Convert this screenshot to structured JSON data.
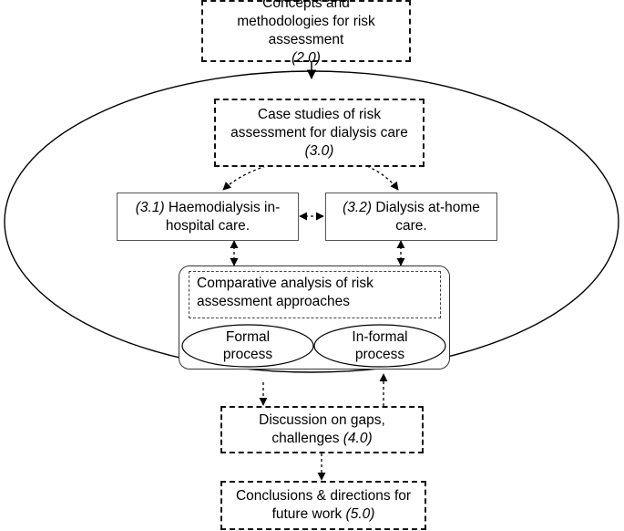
{
  "nodes": {
    "concepts": {
      "text": "Concepts and methodologies for risk assessment",
      "ref": "(2.0)"
    },
    "case_studies": {
      "text": "Case studies of risk assessment for dialysis care",
      "ref": "(3.0)"
    },
    "haemodialysis": {
      "ref": "(3.1)",
      "text": "Haemodialysis in-hospital care."
    },
    "home_dialysis": {
      "ref": "(3.2)",
      "text": "Dialysis at-home care."
    },
    "comparative": {
      "text": "Comparative analysis of risk assessment approaches"
    },
    "formal": {
      "text": "Formal process"
    },
    "informal": {
      "text": "In-formal process"
    },
    "discussion": {
      "text": "Discussion on gaps, challenges",
      "ref": "(4.0)"
    },
    "conclusions": {
      "text": "Conclusions & directions for future work",
      "ref": "(5.0)"
    }
  }
}
